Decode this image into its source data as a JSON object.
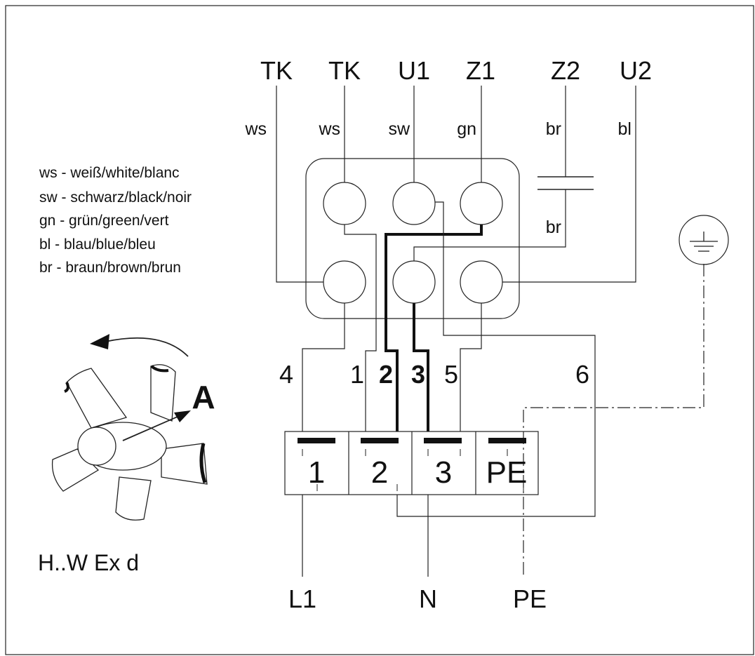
{
  "header_labels": {
    "tk1": "TK",
    "tk2": "TK",
    "u1": "U1",
    "z1": "Z1",
    "z2": "Z2",
    "u2": "U2"
  },
  "wire_colors": {
    "tk1": "ws",
    "tk2": "ws",
    "u1": "sw",
    "z1": "gn",
    "z2": "br",
    "u2": "bl",
    "z2_lower": "br"
  },
  "legend": [
    "ws - weiß/white/blanc",
    "sw - schwarz/black/noir",
    "gn - grün/green/vert",
    "bl - blau/blue/bleu",
    "br - braun/brown/brun"
  ],
  "wire_numbers": {
    "n4": "4",
    "n1": "1",
    "n2": "2",
    "n3": "3",
    "n5": "5",
    "n6": "6"
  },
  "terminals": {
    "t1": "1",
    "t2": "2",
    "t3": "3",
    "pe": "PE"
  },
  "supply": {
    "l1": "L1",
    "n": "N",
    "pe": "PE"
  },
  "rotation_label": "A",
  "model": "H..W Ex d",
  "icons": [
    "ground-icon",
    "capacitor-icon",
    "fan-impeller-icon",
    "rotation-arrow-icon"
  ]
}
